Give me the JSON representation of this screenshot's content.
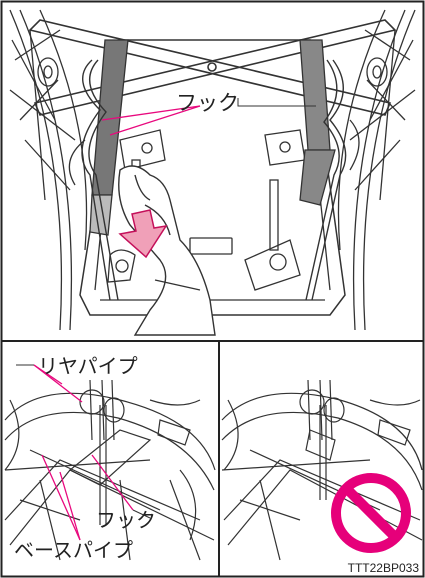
{
  "labels": {
    "hook_top": "フック",
    "rear_pipe": "リヤパイプ",
    "hook_bottom": "フック",
    "base_pipe": "ベースパイプ"
  },
  "figure_code": "TTT22BP033",
  "colors": {
    "accent": "#e8097e",
    "arrow_fill": "#f0a0b8",
    "arrow_stroke": "#c4105a",
    "prohibit": "#e6007a",
    "line": "#333333",
    "frame": "#222222"
  },
  "icons": [
    "prohibition-icon",
    "push-down-arrow-icon"
  ]
}
